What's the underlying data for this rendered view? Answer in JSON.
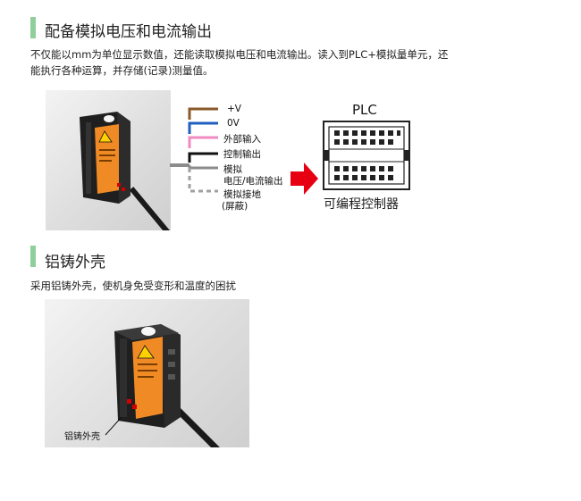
{
  "section1": {
    "title": "配备模拟电压和电流输出",
    "desc_line1": "不仅能以mm为单位显示数值，还能读取模拟电压和电流输出。读入到PLC+模拟量单元，还",
    "desc_line2": "能执行各种运算，并存储(记录)测量值。",
    "wiring": {
      "wires": [
        {
          "label": "+V",
          "color": "#8b5a2b",
          "style": "solid"
        },
        {
          "label": "0V",
          "color": "#1f5fbf",
          "style": "solid"
        },
        {
          "label": "外部输入",
          "color": "#f08ac0",
          "style": "solid"
        },
        {
          "label": "控制输出",
          "color": "#111111",
          "style": "solid"
        },
        {
          "label": "模拟",
          "label2": "电压/电流输出",
          "color": "#8c8c8c",
          "style": "solid"
        },
        {
          "label": "模拟接地",
          "label2": "(屏蔽)",
          "color": "#a0a0a0",
          "style": "dashed"
        }
      ],
      "plc_title": "PLC",
      "plc_caption": "可编程控制器",
      "arrow_color": "#e60012"
    }
  },
  "section2": {
    "title": "铝铸外壳",
    "desc": "采用铝铸外壳，使机身免受变形和温度的困扰",
    "callout": "铝铸外壳"
  },
  "colors": {
    "accent_bar": "#8fcf9c",
    "sensor_orange": "#f08a24"
  }
}
